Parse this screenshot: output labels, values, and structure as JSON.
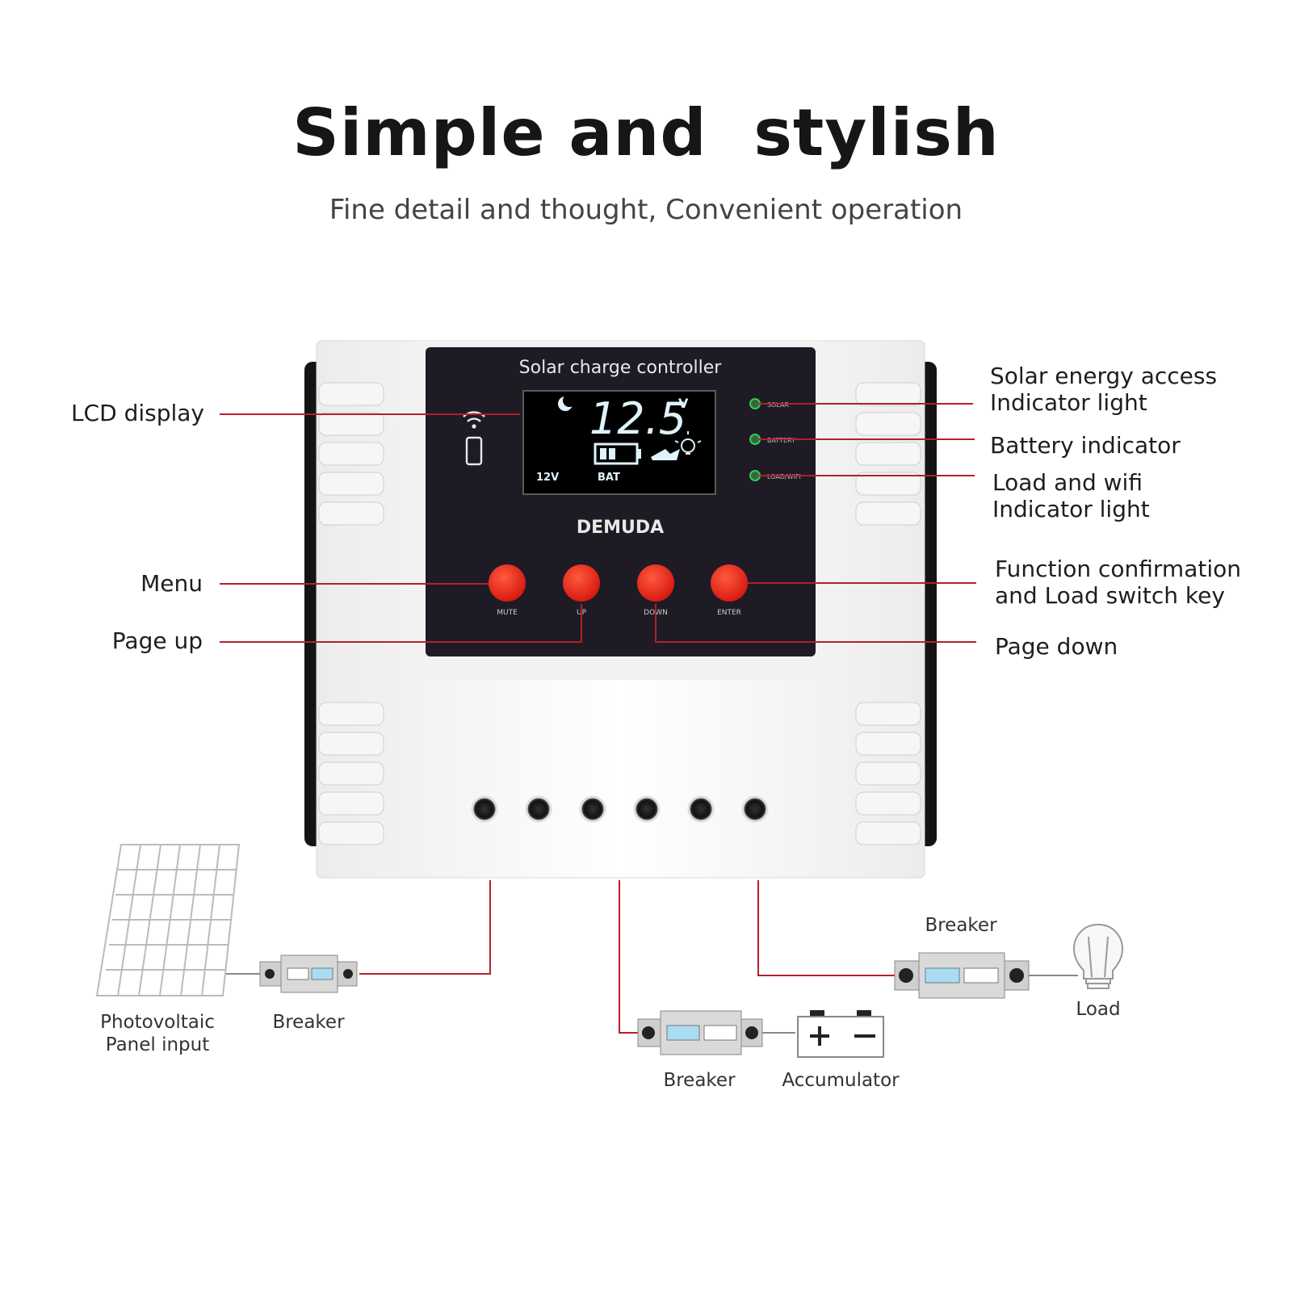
{
  "header": {
    "title": "Simple and  stylish",
    "subtitle": "Fine detail and thought, Convenient operation"
  },
  "device": {
    "panel_title": "Solar charge controller",
    "brand": "DEMUDA",
    "lcd": {
      "voltage": "12.5",
      "unit": "V",
      "system_voltage": "12V",
      "battery_label": "BAT"
    },
    "indicators": [
      "SOLAR",
      "BATTERY",
      "LOAD/WIFI"
    ],
    "buttons": [
      "MUTE",
      "UP",
      "DOWN",
      "ENTER"
    ],
    "terminal_count": 6
  },
  "callouts": {
    "lcd_display": "LCD display",
    "menu": "Menu",
    "page_up": "Page up",
    "solar_indicator_line1": "Solar energy access",
    "solar_indicator_line2": "Indicator light",
    "battery_indicator": "Battery indicator",
    "load_wifi_line1": "Load and wifi",
    "load_wifi_line2": "Indicator light",
    "function_line1": "Function confirmation",
    "function_line2": "and Load switch key",
    "page_down": "Page down"
  },
  "wiring": {
    "pv_line1": "Photovoltaic",
    "pv_line2": "Panel input",
    "breaker_pv": "Breaker",
    "breaker_battery": "Breaker",
    "accumulator": "Accumulator",
    "breaker_load": "Breaker",
    "load": "Load"
  },
  "colors": {
    "leader_line": "#b3202a",
    "button_red": "#e8231a",
    "panel_dark": "#1e1b24",
    "lcd_text": "#dff3ff",
    "indicator_green": "#3cc65a",
    "breaker_blue": "#a9dcf2"
  }
}
